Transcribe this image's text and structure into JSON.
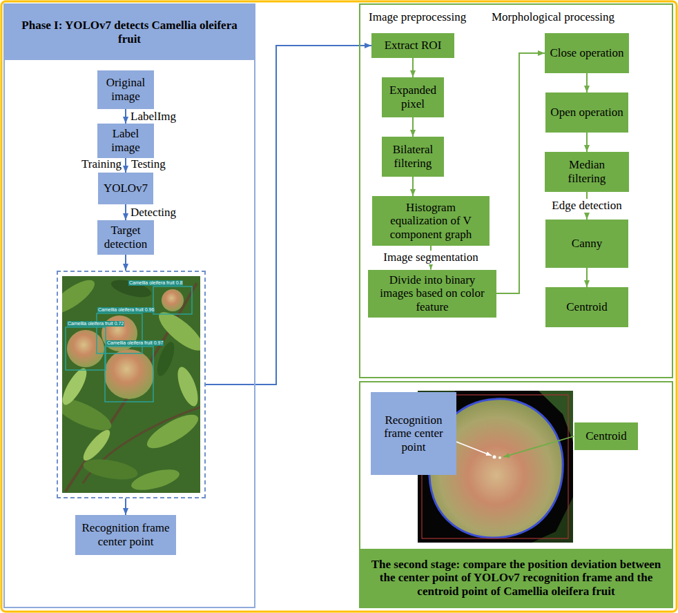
{
  "diagram": {
    "nodes": [
      {
        "text": [
          "Phase I: YOLOv7 detects Camellia oleifera fruit"
        ]
      },
      {
        "text": [
          "Original image"
        ],
        "in": 0
      },
      {
        "text": [
          "Label image"
        ],
        "in": 0
      },
      {
        "text": [
          "YOLOv7"
        ],
        "in": 0
      },
      {
        "text": [
          "Target detection"
        ],
        "in": 0
      },
      {
        "text": [
          "Camellia oleifera fruit 0.8",
          "Camellia oleifera fruit 0.96",
          "Camellia oleifera fruit 0.72",
          "Camellia oleifera fruit 0.97"
        ],
        "in": 0
      },
      {
        "text": [
          "Recognition frame center point"
        ],
        "in": 0
      },
      {
        "text": [
          "Image preprocessing",
          "Morphological processing"
        ]
      },
      {
        "text": [
          "Extract ROI"
        ],
        "in": 7
      },
      {
        "text": [
          "Expanded pixel"
        ],
        "in": 7
      },
      {
        "text": [
          "Bilateral filtering"
        ],
        "in": 7
      },
      {
        "text": [
          "Histogram equalization of V component graph"
        ],
        "in": 7
      },
      {
        "text": [
          "Divide into binary images based on color feature"
        ],
        "in": 7
      },
      {
        "text": [
          "Close operation"
        ],
        "in": 7
      },
      {
        "text": [
          "Open operation"
        ],
        "in": 7
      },
      {
        "text": [
          "Median filtering"
        ],
        "in": 7
      },
      {
        "text": [
          "Canny"
        ],
        "in": 7
      },
      {
        "text": [
          "Centroid"
        ],
        "in": 7
      },
      {
        "text": [
          "The second stage: compare the position deviation between the center point of YOLOv7 recognition frame and the centroid point of Camellia oleifera fruit"
        ]
      },
      {
        "text": [
          "Recognition frame center point"
        ],
        "in": 18
      },
      {
        "text": [
          "Centroid"
        ],
        "in": 18
      }
    ],
    "edges": [
      {
        "from": 1,
        "to": 2,
        "arrow": "to",
        "label": "LabelImg"
      },
      {
        "from": 2,
        "to": 3,
        "arrow": "to"
      },
      {
        "from": 3,
        "to": 4,
        "arrow": "to",
        "label": "Detecting"
      },
      {
        "from": 4,
        "to": 5,
        "arrow": "to"
      },
      {
        "from": 5,
        "to": 6,
        "arrow": "to"
      },
      {
        "from": 5,
        "to": 8,
        "arrow": "to"
      },
      {
        "from": 8,
        "to": 9,
        "arrow": "to"
      },
      {
        "from": 9,
        "to": 10,
        "arrow": "to"
      },
      {
        "from": 10,
        "to": 11,
        "arrow": "to"
      },
      {
        "from": 11,
        "to": 12,
        "arrow": "to",
        "label": "Image segmentation"
      },
      {
        "from": 12,
        "to": 13,
        "arrow": "to"
      },
      {
        "from": 13,
        "to": 14,
        "arrow": "to"
      },
      {
        "from": 14,
        "to": 15,
        "arrow": "to"
      },
      {
        "from": 15,
        "to": 16,
        "arrow": "to",
        "label": "Edge detection"
      },
      {
        "from": 16,
        "to": 17,
        "arrow": "to"
      }
    ],
    "labels": [
      "Training",
      "Testing"
    ]
  }
}
